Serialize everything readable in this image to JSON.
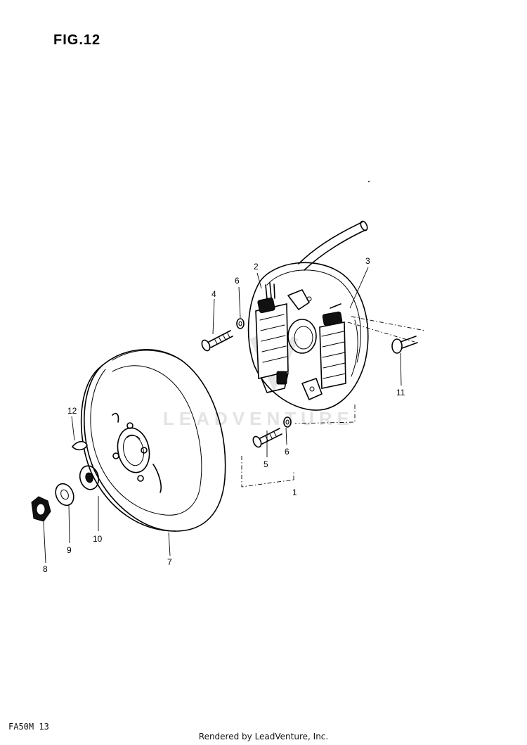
{
  "figure": {
    "title": "FIG.12",
    "code": "FA50M 13",
    "footer": "Rendered by LeadVenture, Inc.",
    "watermark": "LEADVENTURE"
  },
  "callouts": [
    {
      "id": "1",
      "label": "1"
    },
    {
      "id": "2",
      "label": "2"
    },
    {
      "id": "3",
      "label": "3"
    },
    {
      "id": "4",
      "label": "4"
    },
    {
      "id": "5",
      "label": "5"
    },
    {
      "id": "6a",
      "label": "6"
    },
    {
      "id": "6b",
      "label": "6"
    },
    {
      "id": "7",
      "label": "7"
    },
    {
      "id": "8",
      "label": "8"
    },
    {
      "id": "9",
      "label": "9"
    },
    {
      "id": "10",
      "label": "10"
    },
    {
      "id": "11",
      "label": "11"
    },
    {
      "id": "12",
      "label": "12"
    }
  ]
}
